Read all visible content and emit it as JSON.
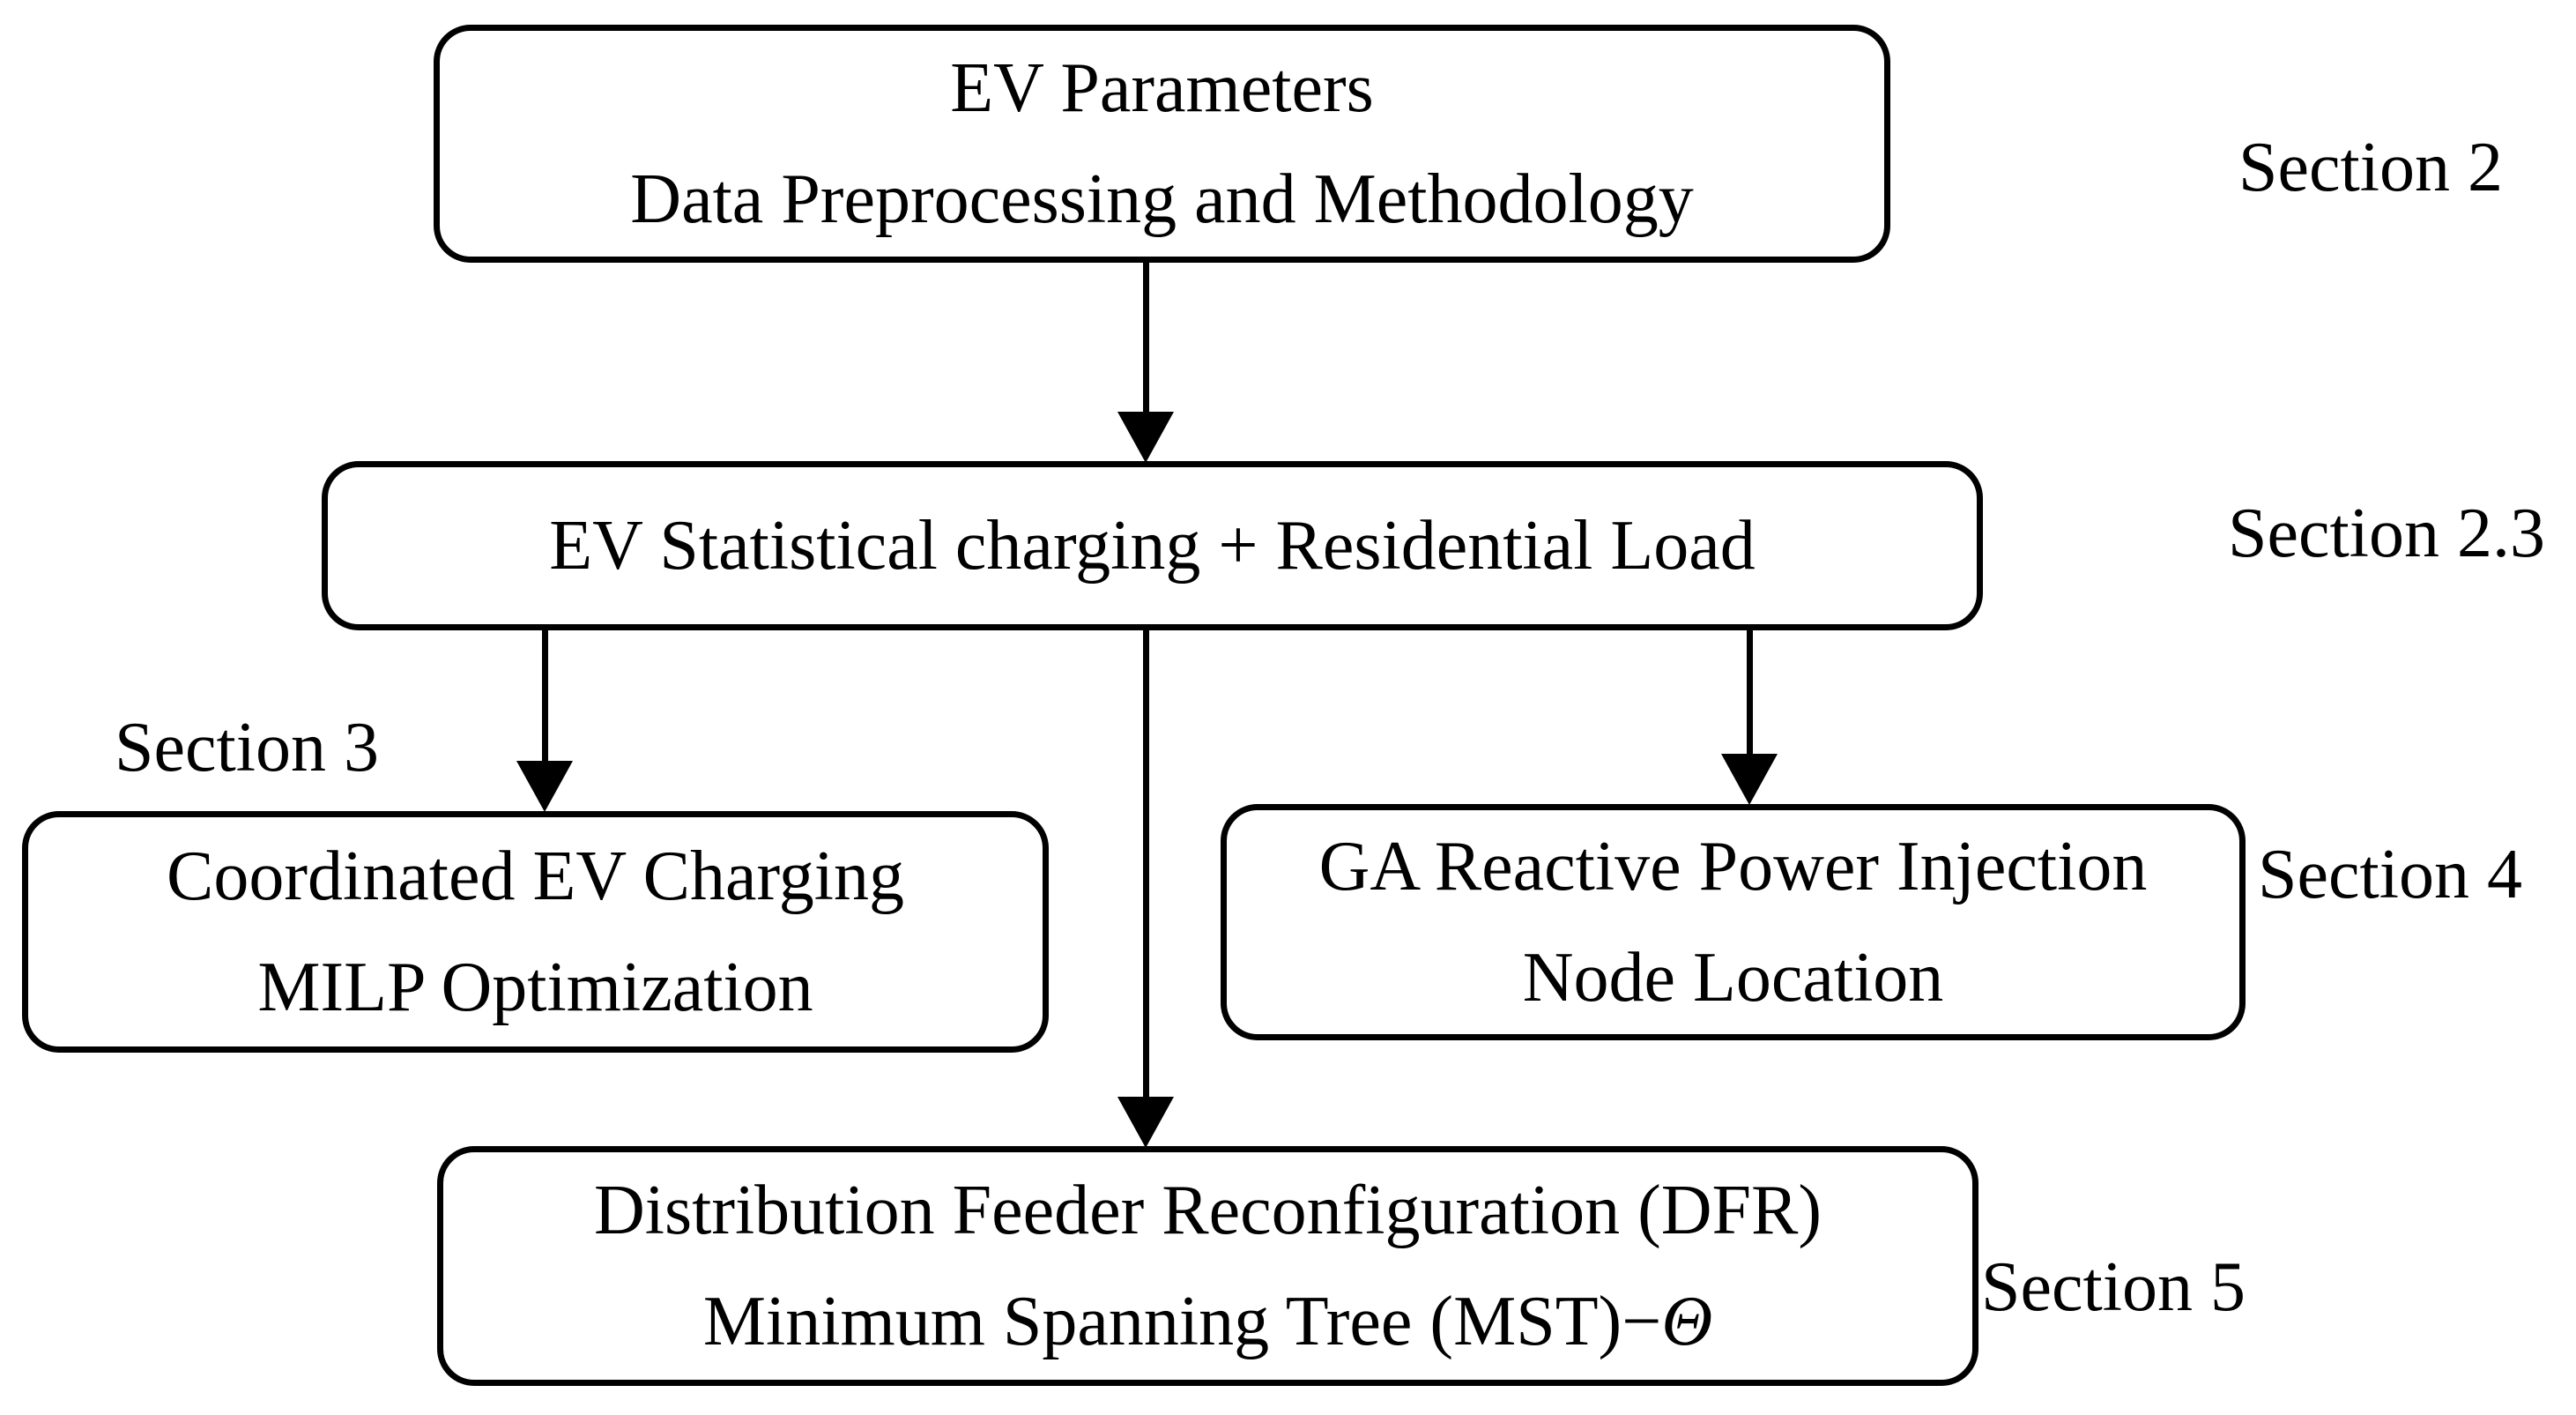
{
  "colors": {
    "ink": "#000000",
    "background": "#ffffff"
  },
  "nodes": {
    "ev_parameters": {
      "line1": "EV Parameters",
      "line2": "Data Preprocessing and Methodology"
    },
    "ev_statistical": {
      "line1": "EV Statistical charging + Residential Load"
    },
    "coordinated": {
      "line1": "Coordinated EV Charging",
      "line2": "MILP Optimization"
    },
    "ga_reactive": {
      "line1": "GA Reactive Power Injection",
      "line2": "Node Location"
    },
    "dfr": {
      "line1": "Distribution Feeder Reconfiguration (DFR)",
      "line2_main": "Minimum Spanning Tree (MST)−",
      "line2_symbol": "Θ"
    }
  },
  "section_labels": {
    "section2": "Section 2",
    "section2_3": "Section 2.3",
    "section3": "Section 3",
    "section4": "Section 4",
    "section5": "Section 5"
  }
}
